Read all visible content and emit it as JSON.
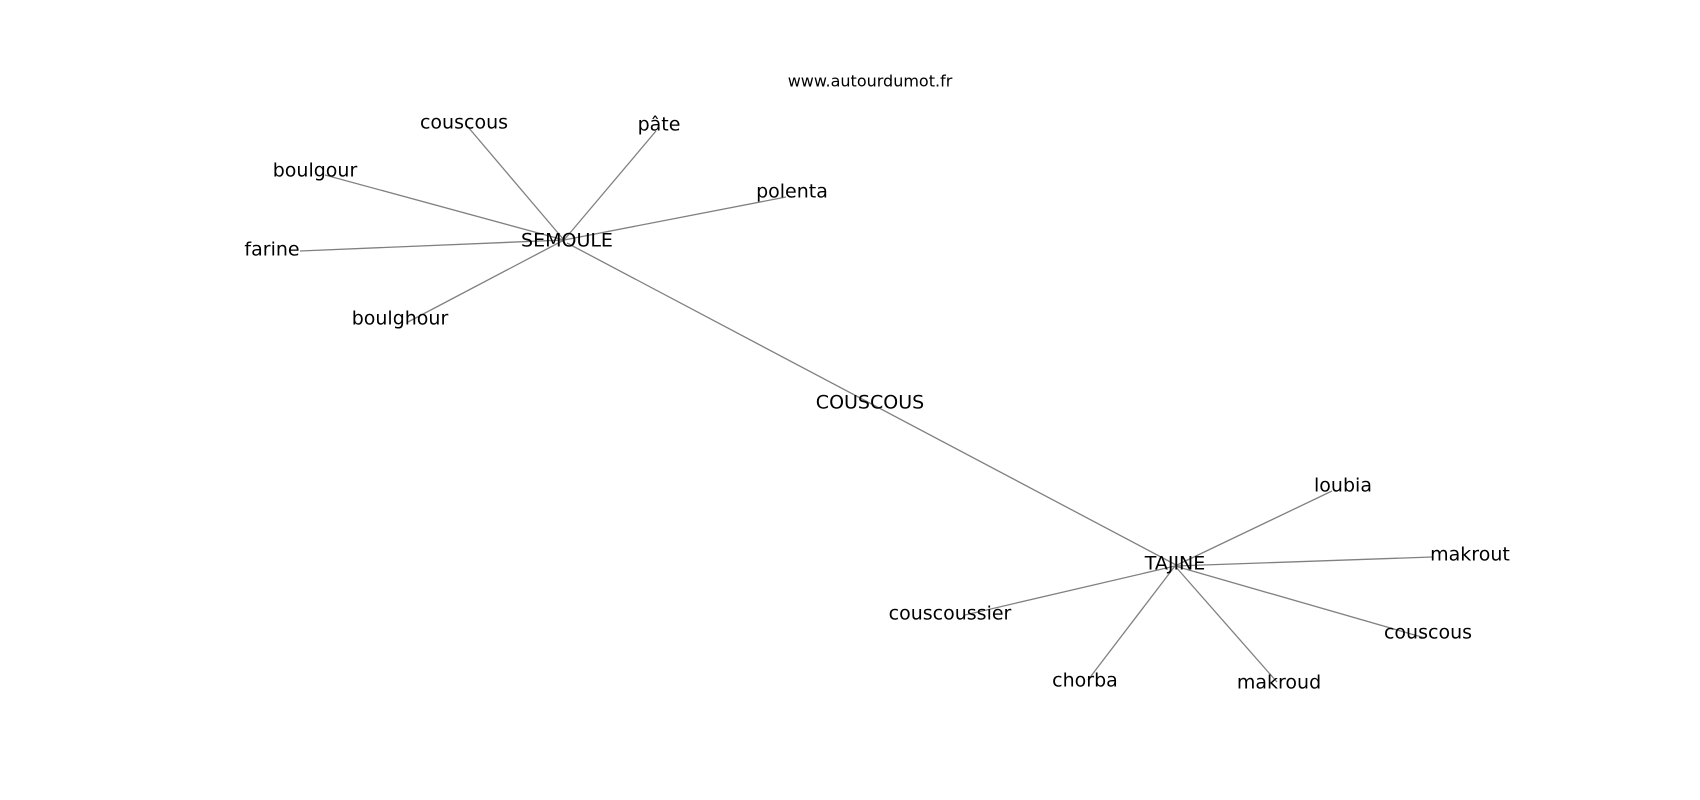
{
  "watermark": "www.autourdumot.fr",
  "center": {
    "label": "COUSCOUS"
  },
  "hubs": [
    {
      "id": "semoule",
      "label": "SEMOULE",
      "leaves": [
        "couscous",
        "pâte",
        "boulgour",
        "polenta",
        "farine",
        "boulghour"
      ]
    },
    {
      "id": "tajine",
      "label": "TAJINE",
      "leaves": [
        "loubia",
        "makrout",
        "couscoussier",
        "couscous",
        "chorba",
        "makroud"
      ]
    }
  ],
  "colors": {
    "edge": "#808080",
    "text": "#000000",
    "background": "#ffffff"
  }
}
